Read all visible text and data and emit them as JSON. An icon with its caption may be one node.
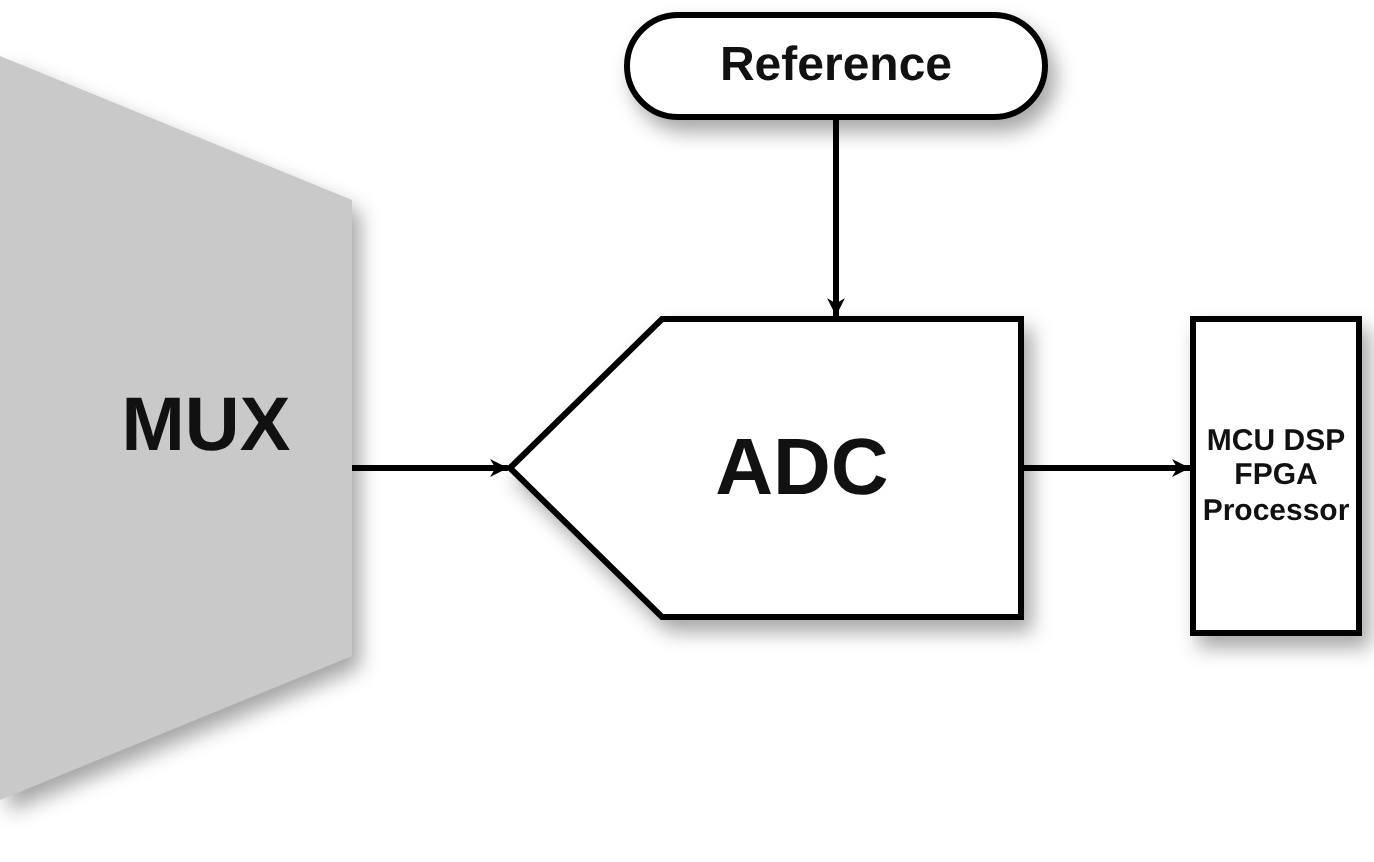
{
  "diagram": {
    "nodes": [
      {
        "text": [
          "MUX"
        ]
      },
      {
        "text": [
          "Reference"
        ]
      },
      {
        "text": [
          "ADC"
        ]
      },
      {
        "text": [
          "MCU DSP FPGA Processor"
        ]
      }
    ],
    "edges": [
      {
        "from": 0,
        "to": 2,
        "arrow": "to"
      },
      {
        "from": 1,
        "to": 2,
        "arrow": "to"
      },
      {
        "from": 2,
        "to": 3,
        "arrow": "to"
      }
    ]
  }
}
